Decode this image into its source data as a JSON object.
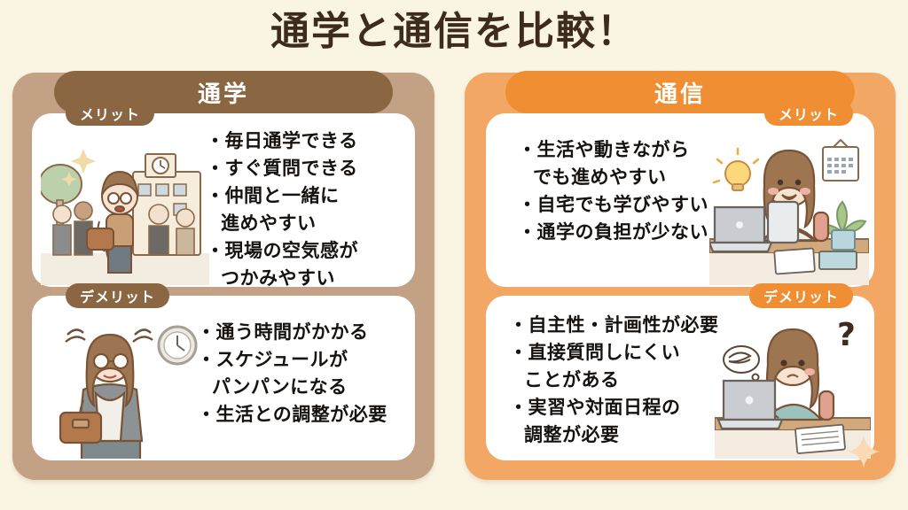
{
  "title": "通学と通信を比較！",
  "colors": {
    "background": "#faf4e2",
    "title_text": "#3d2b1d",
    "left_panel": "#c2a184",
    "left_header": "#8a6643",
    "right_panel": "#f3a764",
    "right_header": "#ef8e33",
    "card": "#ffffff",
    "body_text": "#16120f"
  },
  "left_panel": {
    "header": "通学",
    "merit": {
      "badge": "メリット",
      "illustration": "student-walking-to-school",
      "items": [
        "・毎日通学できる",
        "・すぐ質問できる",
        "・仲間と一緒に",
        "進めやすい",
        "・現場の空気感が",
        "つかみやすい"
      ]
    },
    "demerit": {
      "badge": "デメリット",
      "illustration": "tired-student-with-clock",
      "items": [
        "・通う時間がかかる",
        "・スケジュールが",
        "パンパンになる",
        "・生活との調整が必要"
      ]
    }
  },
  "right_panel": {
    "header": "通信",
    "merit": {
      "badge": "メリット",
      "illustration": "woman-studying-at-desk-with-laptop",
      "items": [
        "・生活や動きながら",
        "でも進めやすい",
        "・自宅でも学びやすい",
        "・通学の負担が少ない"
      ]
    },
    "demerit": {
      "badge": "デメリット",
      "illustration": "confused-woman-at-laptop",
      "items": [
        "・自主性・計画性が必要",
        "・直接質問しにくい",
        "ことがある",
        "・実習や対面日程の",
        "調整が必要"
      ]
    }
  }
}
